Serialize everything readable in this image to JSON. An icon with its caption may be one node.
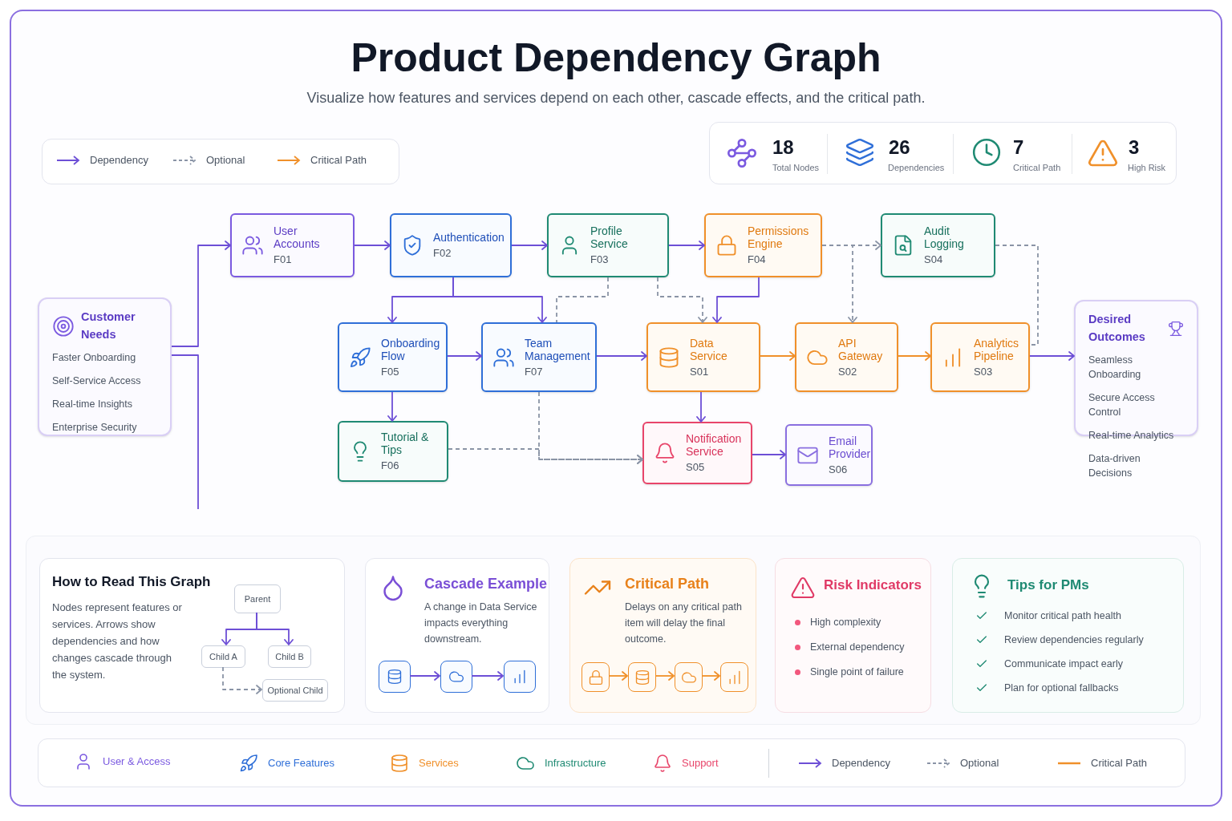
{
  "diagram": {
    "title": "Product Dependency Graph",
    "nodes": [
      {
        "text": [
          "Customer Needs",
          "Faster Onboarding",
          "Self-Service Access",
          "Real-time Insights",
          "Enterprise Security"
        ]
      },
      {
        "text": [
          "User Accounts",
          "F01"
        ]
      },
      {
        "text": [
          "Authentication",
          "F02"
        ]
      },
      {
        "text": [
          "Profile Service",
          "F03"
        ]
      },
      {
        "text": [
          "Permissions Engine",
          "F04"
        ]
      },
      {
        "text": [
          "Audit Logging",
          "S04"
        ]
      },
      {
        "text": [
          "Onboarding Flow",
          "F05"
        ]
      },
      {
        "text": [
          "Team Management",
          "F07"
        ]
      },
      {
        "text": [
          "Data Service",
          "S01"
        ]
      },
      {
        "text": [
          "API Gateway",
          "S02"
        ]
      },
      {
        "text": [
          "Analytics Pipeline",
          "S03"
        ]
      },
      {
        "text": [
          "Desired Outcomes",
          "Seamless Onboarding",
          "Secure Access Control",
          "Real-time Analytics",
          "Data-driven Decisions"
        ]
      },
      {
        "text": [
          "Tutorial & Tips",
          "F06"
        ]
      },
      {
        "text": [
          "Notification Service",
          "S05"
        ]
      },
      {
        "text": [
          "Email Provider",
          "S06"
        ]
      },
      {
        "text": [
          "How to Read This Graph",
          "Nodes represent features or services. Arrows show dependencies and how changes cascade through the system."
        ]
      },
      {
        "text": [
          "Parent"
        ],
        "in": 15
      },
      {
        "text": [
          "Child A"
        ],
        "in": 15
      },
      {
        "text": [
          "Child B"
        ],
        "in": 15
      },
      {
        "text": [
          "Optional Child"
        ],
        "in": 15
      },
      {
        "text": [
          "Cascade Example",
          "A change in Data Service impacts everything downstream."
        ]
      },
      {
        "text": [],
        "shape": "box",
        "in": 20
      },
      {
        "text": [],
        "shape": "box",
        "in": 20
      },
      {
        "text": [],
        "shape": "box",
        "in": 20
      },
      {
        "text": [
          "Critical Path",
          "Delays on any critical path item will delay the final outcome."
        ]
      },
      {
        "text": [],
        "shape": "box",
        "in": 24
      },
      {
        "text": [],
        "shape": "box",
        "in": 24
      },
      {
        "text": [],
        "shape": "box",
        "in": 24
      },
      {
        "text": [],
        "shape": "box",
        "in": 24
      },
      {
        "text": [
          "Risk Indicators",
          "High complexity",
          "External dependency",
          "Single point of failure"
        ]
      },
      {
        "text": [
          "Tips for PMs",
          "Monitor critical path health",
          "Review dependencies regularly",
          "Communicate impact early",
          "Plan for optional fallbacks"
        ]
      }
    ],
    "edges": [
      {
        "from": 0,
        "to": 1,
        "arrow": "to"
      },
      {
        "from": 0,
        "to": null,
        "arrow": "none"
      },
      {
        "from": 1,
        "to": 2,
        "arrow": "to"
      },
      {
        "from": 2,
        "to": 3,
        "arrow": "to"
      },
      {
        "from": 3,
        "to": 4,
        "arrow": "to"
      },
      {
        "from": 4,
        "to": 5,
        "arrow": "to",
        "style": "dashed",
        "color": "#8a94a6"
      },
      {
        "from": 2,
        "to": 6,
        "arrow": "to"
      },
      {
        "from": 2,
        "to": 7,
        "arrow": "to"
      },
      {
        "from": 3,
        "to": 7,
        "arrow": "none",
        "style": "dashed",
        "color": "#8a94a6"
      },
      {
        "from": 3,
        "to": 8,
        "arrow": "to",
        "style": "dashed",
        "color": "#8a94a6"
      },
      {
        "from": 4,
        "to": 8,
        "arrow": "to"
      },
      {
        "from": 4,
        "to": 9,
        "arrow": "to",
        "style": "dashed",
        "color": "#8a94a6"
      },
      {
        "from": 6,
        "to": 7,
        "arrow": "to"
      },
      {
        "from": 7,
        "to": 8,
        "arrow": "to"
      },
      {
        "from": 8,
        "to": 9,
        "arrow": "to",
        "color": "#f0902a"
      },
      {
        "from": 9,
        "to": 10,
        "arrow": "to",
        "color": "#f0902a"
      },
      {
        "from": 10,
        "to": 11,
        "arrow": "to"
      },
      {
        "from": 5,
        "to": 10,
        "arrow": "none",
        "style": "dashed",
        "color": "#8a94a6"
      },
      {
        "from": 6,
        "to": 12,
        "arrow": "to"
      },
      {
        "from": 8,
        "to": 13,
        "arrow": "to"
      },
      {
        "from": 13,
        "to": 14,
        "arrow": "to"
      },
      {
        "from": 7,
        "to": 13,
        "arrow": "to",
        "style": "dashed",
        "color": "#8a94a6"
      },
      {
        "from": 12,
        "to": 13,
        "arrow": "to",
        "style": "dashed",
        "color": "#8a94a6"
      },
      {
        "from": 16,
        "to": 17,
        "arrow": "to"
      },
      {
        "from": 16,
        "to": 18,
        "arrow": "to"
      },
      {
        "from": 17,
        "to": 19,
        "arrow": "to",
        "style": "dashed",
        "color": "#8a94a6"
      },
      {
        "from": 21,
        "to": 22,
        "arrow": "to"
      },
      {
        "from": 22,
        "to": 23,
        "arrow": "to"
      },
      {
        "from": 25,
        "to": 26,
        "arrow": "to",
        "color": "#f0902a"
      },
      {
        "from": 26,
        "to": 27,
        "arrow": "to",
        "color": "#f0902a"
      },
      {
        "from": 27,
        "to": 28,
        "arrow": "to",
        "color": "#f0902a"
      }
    ],
    "labels": [
      "Visualize how features and services depend on each other, cascade effects, and the critical path.",
      "18",
      "Total Nodes",
      "26",
      "Dependencies",
      "7",
      "Critical Path",
      "3",
      "High Risk"
    ],
    "legend": [
      {
        "text": "Dependency"
      },
      {
        "text": "Optional"
      },
      {
        "text": "Critical Path"
      },
      {
        "text": "User & Access"
      },
      {
        "text": "Core Features"
      },
      {
        "text": "Services"
      },
      {
        "text": "Infrastructure"
      },
      {
        "text": "Support"
      },
      {
        "text": "Dependency"
      },
      {
        "text": "Optional"
      },
      {
        "text": "Critical Path"
      }
    ]
  }
}
